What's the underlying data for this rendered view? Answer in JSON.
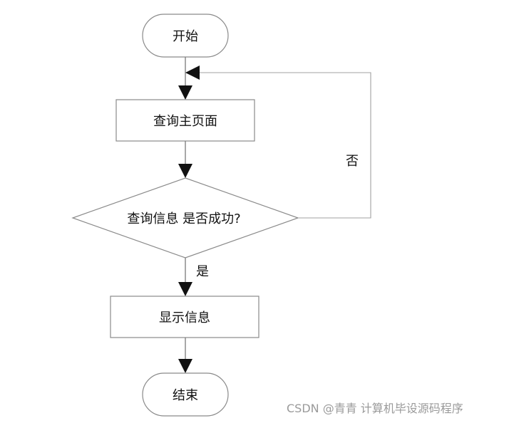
{
  "nodes": {
    "start": "开始",
    "query_home": "查询主页面",
    "decision": "查询信息 是否成功?",
    "show_info": "显示信息",
    "end": "结束"
  },
  "edges": {
    "no_label": "否",
    "yes_label": "是"
  },
  "watermark": "CSDN @青青  计算机毕设源码程序"
}
